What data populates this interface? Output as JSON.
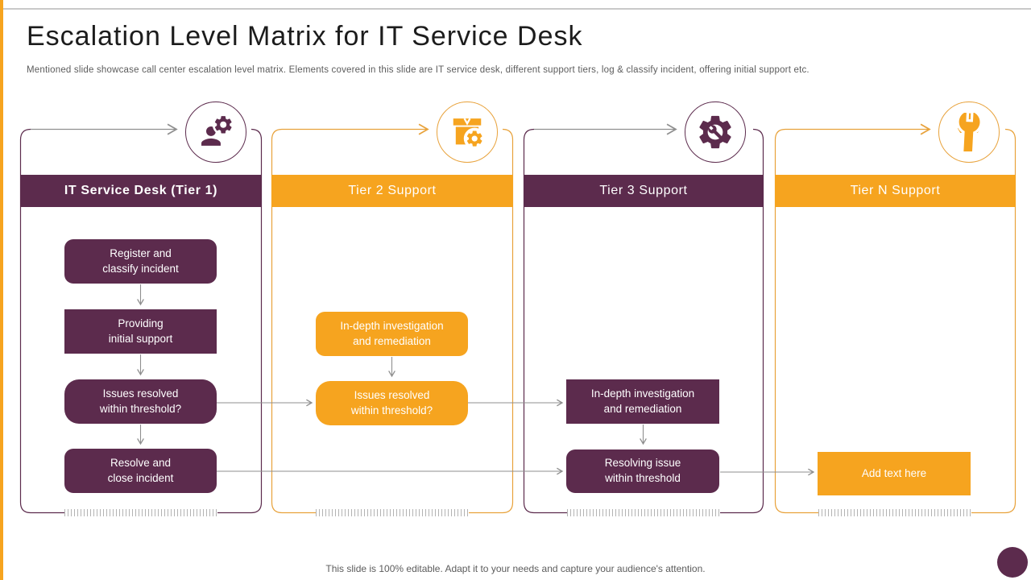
{
  "slide": {
    "title": "Escalation Level Matrix for IT Service Desk",
    "subtitle": "Mentioned slide showcase call center escalation level matrix. Elements covered in this slide are IT service desk, different support tiers, log &  classify incident, offering initial support etc.",
    "footer": "This slide is 100% editable. Adapt it to your needs and capture your audience's attention."
  },
  "colors": {
    "purple": "#5c2b4d",
    "orange": "#f6a41f",
    "arrow_gray": "#8f8f8f"
  },
  "columns": [
    {
      "header": "IT Service Desk (Tier 1)",
      "theme": "purple",
      "icon": "user-gear-icon",
      "boxes": [
        {
          "text": "Register and\nclassify incident"
        },
        {
          "text": "Providing\ninitial support"
        },
        {
          "text": "Issues  resolved\nwithin threshold?"
        },
        {
          "text": "Resolve  and\nclose incident"
        }
      ]
    },
    {
      "header": "Tier 2 Support",
      "theme": "orange",
      "icon": "package-gear-icon",
      "boxes": [
        {
          "text": "In-depth  investigation\nand remediation"
        },
        {
          "text": "Issues  resolved\nwithin threshold?"
        }
      ]
    },
    {
      "header": "Tier 3 Support",
      "theme": "purple",
      "icon": "gear-wrench-icon",
      "boxes": [
        {
          "text": "In-depth  investigation\nand remediation"
        },
        {
          "text": "Resolving issue\nwithin threshold"
        }
      ]
    },
    {
      "header": "Tier N Support",
      "theme": "orange",
      "icon": "wrench-gear-icon",
      "boxes": [
        {
          "text": "Add text  here"
        }
      ]
    }
  ]
}
